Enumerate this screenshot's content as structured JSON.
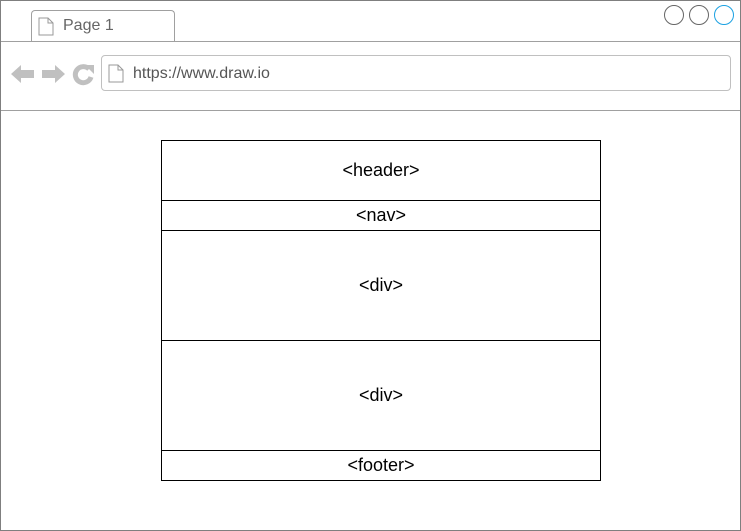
{
  "browser": {
    "tab_label": "Page 1",
    "url": "https://www.draw.io",
    "control_accent": "#1ba1e2"
  },
  "page_blocks": [
    {
      "label": "<header>"
    },
    {
      "label": "<nav>"
    },
    {
      "label": "<div>"
    },
    {
      "label": "<div>"
    },
    {
      "label": "<footer>"
    }
  ]
}
